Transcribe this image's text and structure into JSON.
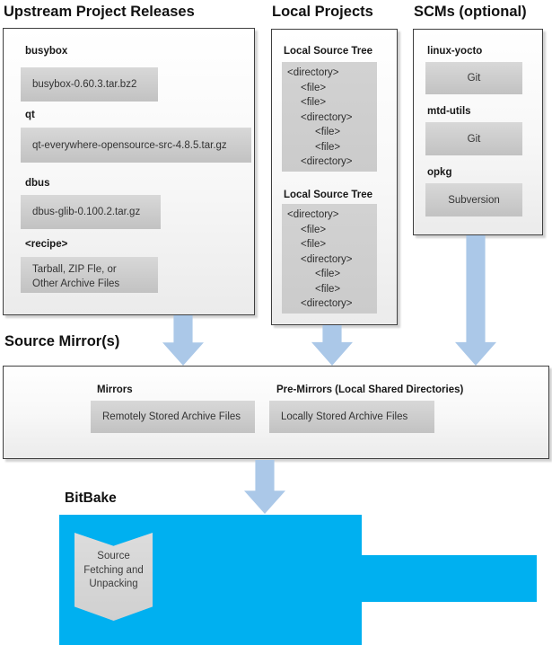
{
  "colors": {
    "bitbake_blue": "#00b0f0",
    "arrow_blue": "#abc8e8",
    "item_gray": "#cccccc"
  },
  "upstream": {
    "title": "Upstream Project Releases",
    "items": [
      {
        "label": "busybox",
        "value": "busybox-0.60.3.tar.bz2"
      },
      {
        "label": "qt",
        "value": "qt-everywhere-opensource-src-4.8.5.tar.gz"
      },
      {
        "label": "dbus",
        "value": "dbus-glib-0.100.2.tar.gz"
      },
      {
        "label": "<recipe>",
        "value_lines": [
          "Tarball, ZIP Fle, or",
          "Other Archive Files"
        ]
      }
    ]
  },
  "local_projects": {
    "title": "Local Projects",
    "source_tree_label": "Local Source Tree",
    "tree_lines": [
      "<directory>",
      "<file>",
      "<file>",
      "<directory>",
      "<file>",
      "<file>",
      "<directory>"
    ]
  },
  "scms": {
    "title": "SCMs (optional)",
    "items": [
      {
        "label": "linux-yocto",
        "value": "Git"
      },
      {
        "label": "mtd-utils",
        "value": "Git"
      },
      {
        "label": "opkg",
        "value": "Subversion"
      }
    ]
  },
  "source_mirrors": {
    "title": "Source Mirror(s)",
    "mirrors_label": "Mirrors",
    "mirrors_value": "Remotely Stored Archive Files",
    "premirrors_label": "Pre-Mirrors (Local Shared Directories)",
    "premirrors_value": "Locally Stored Archive Files"
  },
  "bitbake": {
    "title": "BitBake",
    "step_lines": [
      "Source",
      "Fetching and",
      "Unpacking"
    ]
  }
}
